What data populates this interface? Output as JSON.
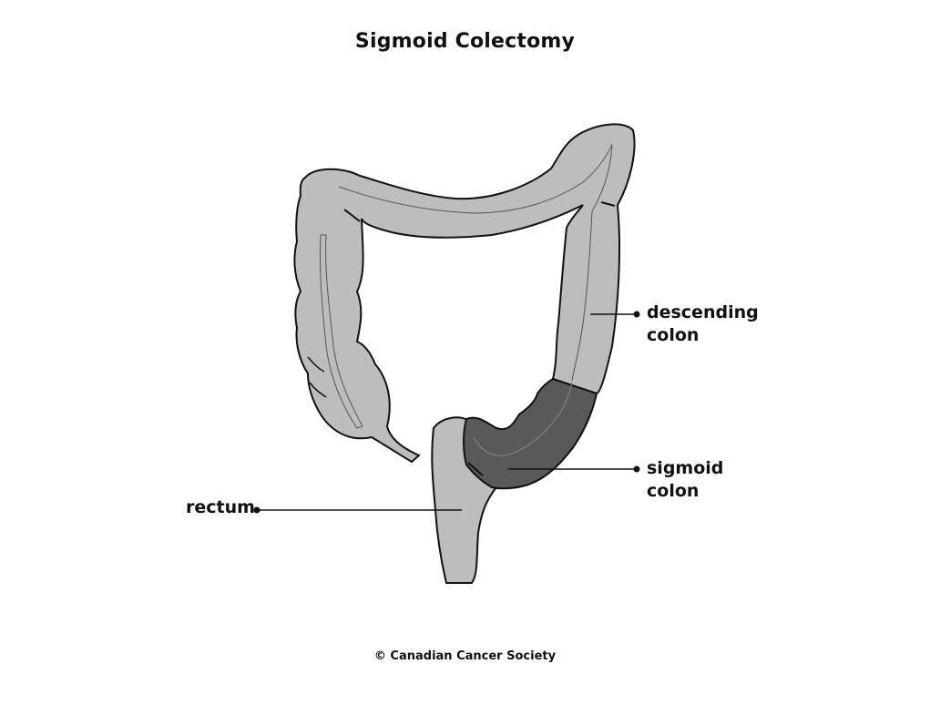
{
  "title": "Sigmoid Colectomy",
  "labels": {
    "descending_colon": [
      "descending",
      "colon"
    ],
    "sigmoid_colon": [
      "sigmoid",
      "colon"
    ],
    "rectum": "rectum"
  },
  "copyright": "© Canadian Cancer Society",
  "colors": {
    "colon_fill": "#bcbdbf",
    "sigmoid_fill": "#58595b",
    "outline": "#111111",
    "background": "#ffffff"
  }
}
